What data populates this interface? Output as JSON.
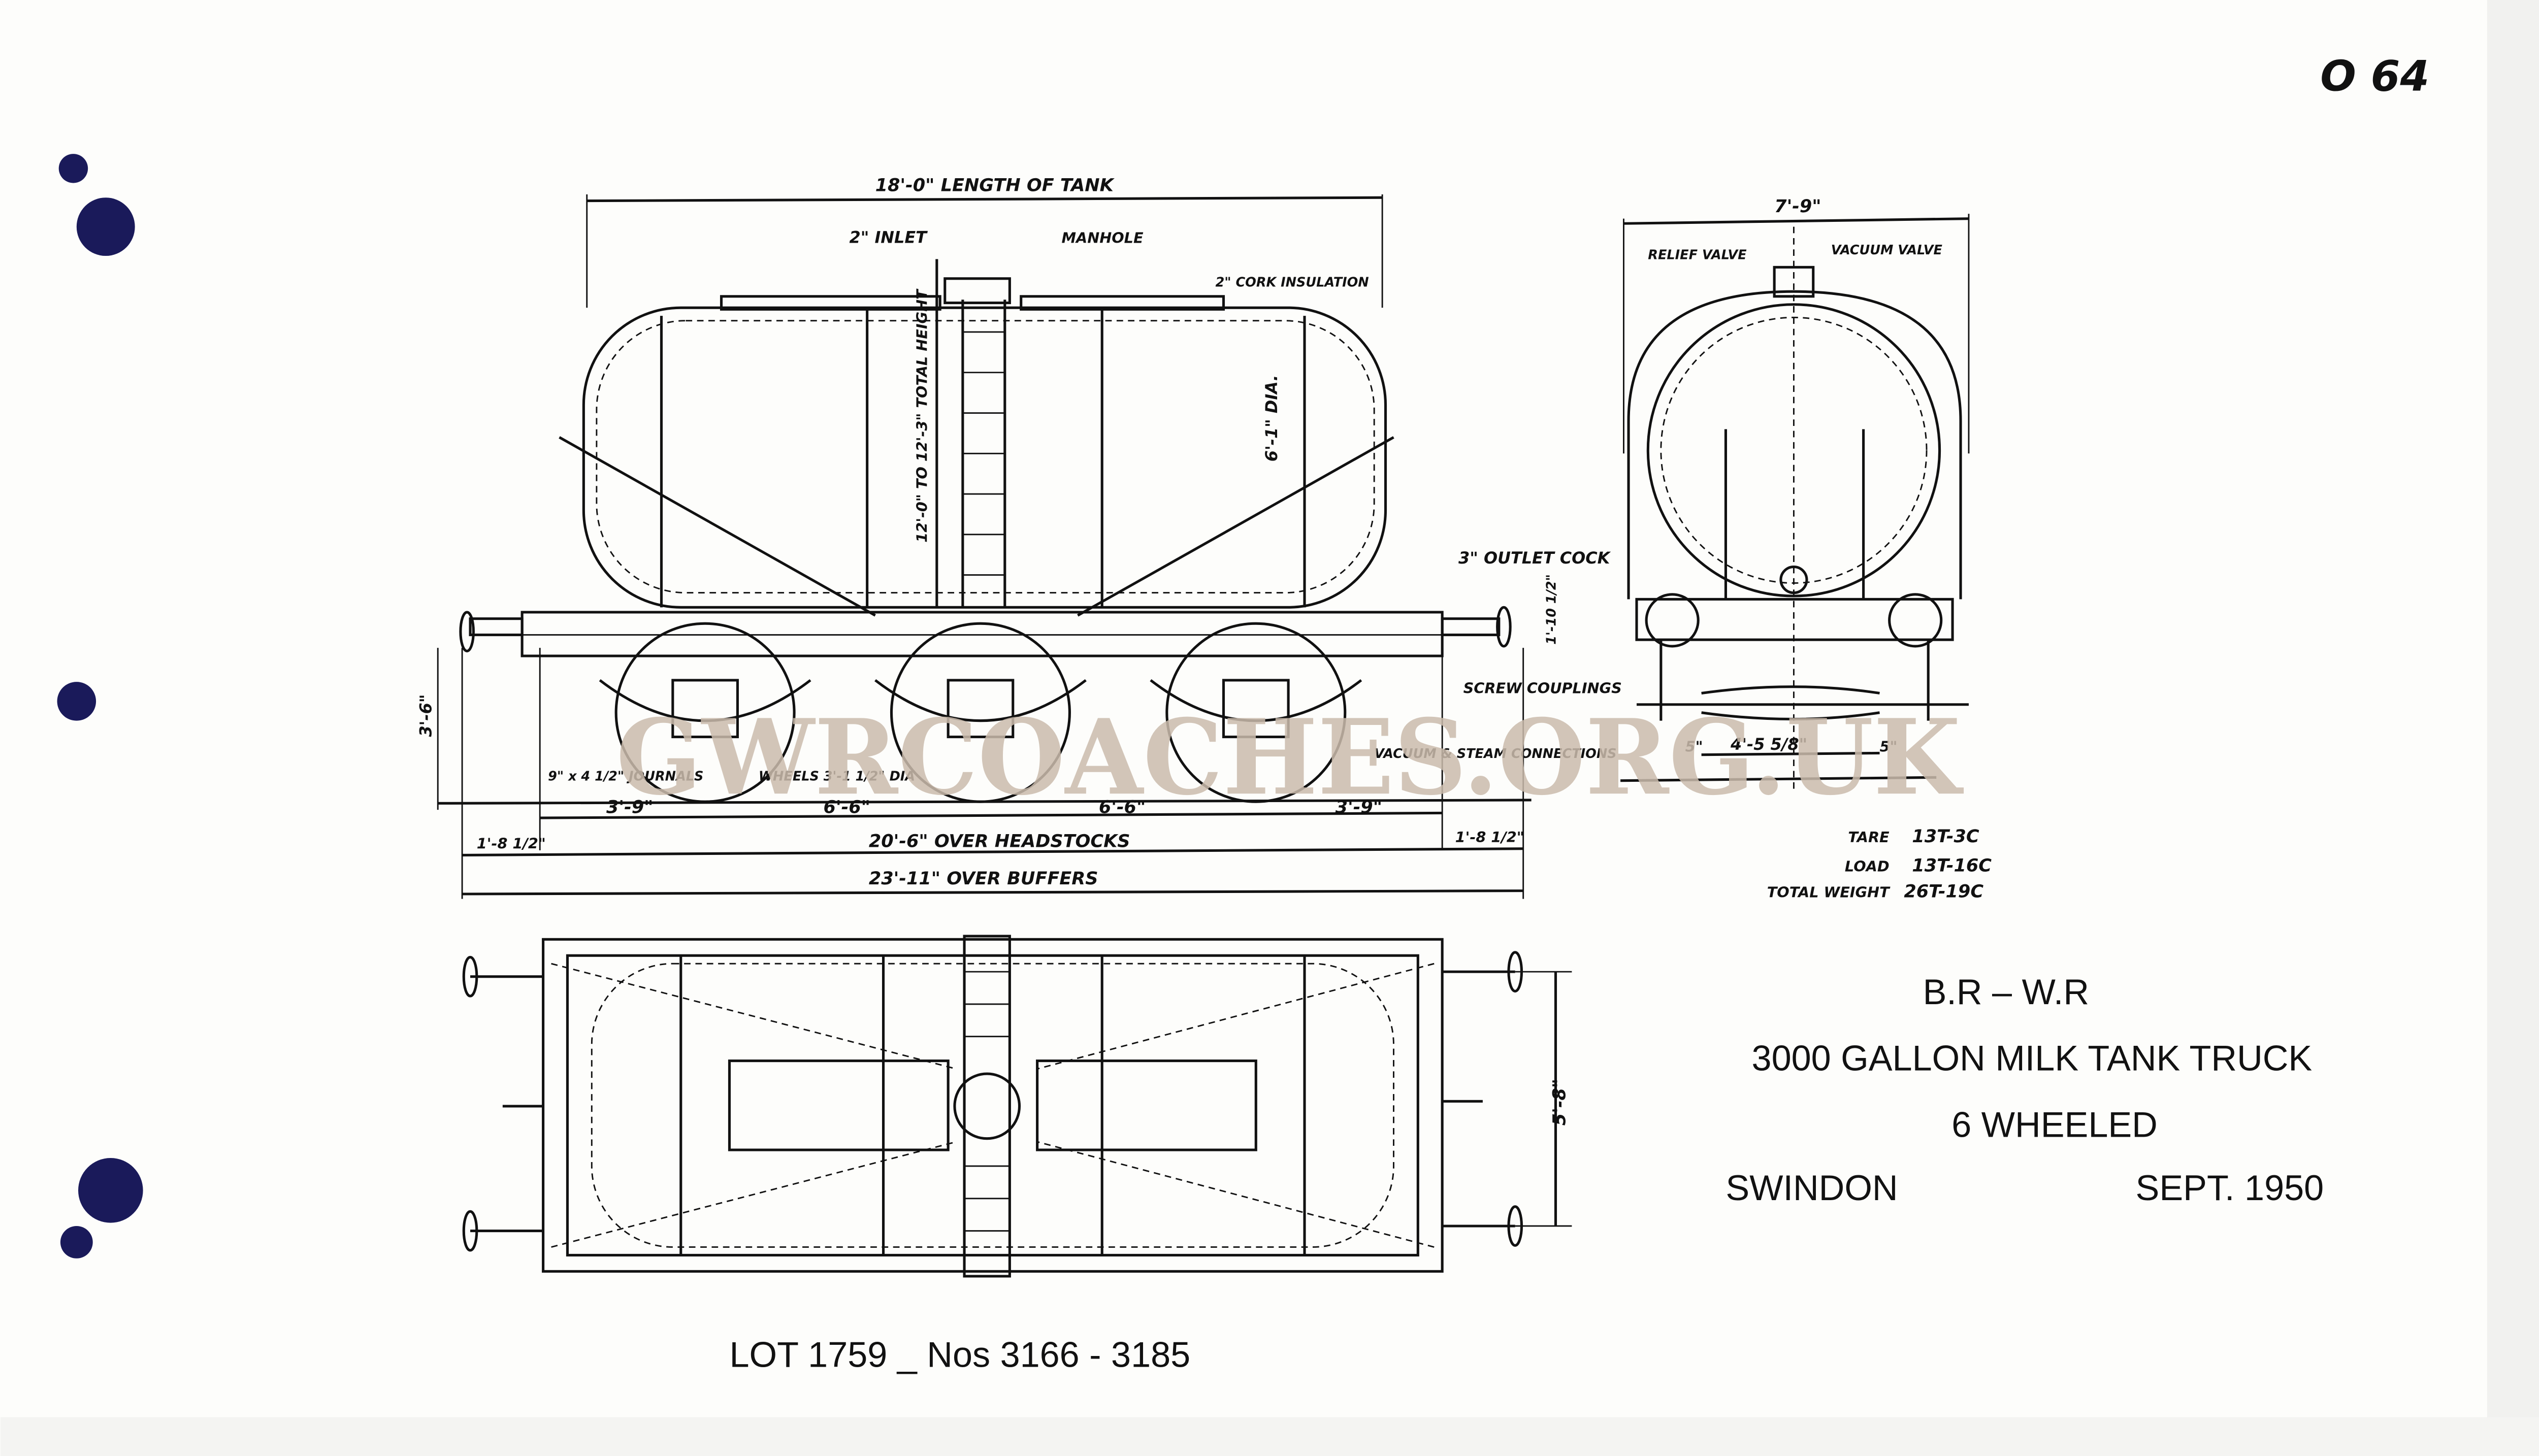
{
  "sheet": {
    "number": "O 64"
  },
  "watermark": "GWRCOACHES.ORG.UK",
  "side_elevation": {
    "tank_length": "18'-0\" LENGTH OF TANK",
    "inlet": "2\" INLET",
    "manhole": "MANHOLE",
    "cork": "2\" CORK INSULATION",
    "total_height": "12'-0\" TO 12'-3\" TOTAL HEIGHT",
    "diameter": "6'-1\" DIA.",
    "outlet_cock": "3\" OUTLET COCK",
    "buffer_height": "1'-10 1/2\"",
    "height_3_6": "3'-6\"",
    "screw_couplings": "SCREW COUPLINGS",
    "vacuum_steam": "VACUUM & STEAM CONNECTIONS",
    "journals": "9\" x 4 1/2\" JOURNALS",
    "wheels": "WHEELS 3'-1 1/2\" DIA",
    "spacings": [
      "3'-9\"",
      "6'-6\"",
      "6'-6\"",
      "3'-9\""
    ],
    "overhang_left": "1'-8 1/2\"",
    "overhang_right": "1'-8 1/2\"",
    "over_headstocks": "20'-6\" OVER HEADSTOCKS",
    "over_buffers": "23'-11\" OVER BUFFERS"
  },
  "end_view": {
    "width": "7'-9\"",
    "relief_valve": "RELIEF VALVE",
    "vacuum_valve": "VACUUM VALVE",
    "gauge": "4'-5 5/8\"",
    "flange_left": "5\"",
    "flange_right": "5\""
  },
  "weights": [
    {
      "label": "TARE",
      "value": "13T-3C"
    },
    {
      "label": "LOAD",
      "value": "13T-16C"
    },
    {
      "label": "TOTAL WEIGHT",
      "value": "26T-19C"
    }
  ],
  "plan_view": {
    "width": "5'-8\""
  },
  "title_block": {
    "region": "B.R – W.R",
    "description": "3000 GALLON MILK TANK TRUCK",
    "wheels": "6 WHEELED",
    "works": "SWINDON",
    "date": "SEPT. 1950"
  },
  "lot": "LOT 1759 _ Nos 3166 - 3185"
}
